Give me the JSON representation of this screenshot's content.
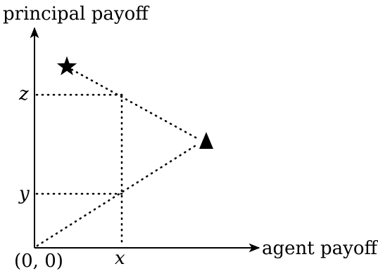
{
  "labels": {
    "y_axis": "principal payoff",
    "x_axis": "agent payoff",
    "origin": "(0, 0)",
    "z": "z",
    "y": "y",
    "x": "x"
  },
  "markers": {
    "star": "star-marker",
    "triangle": "triangle-marker"
  },
  "colors": {
    "ink": "#000000",
    "background": "#ffffff"
  }
}
